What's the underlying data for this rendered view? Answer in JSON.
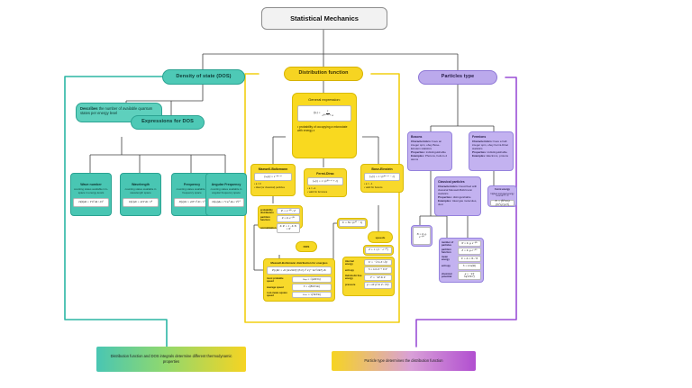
{
  "diagram": {
    "title": "Statistical Mechanics",
    "root_label": "Statistical Mechanics"
  },
  "colors": {
    "root_fill": "#f2f2f2",
    "teal": "#4ec9b6",
    "yellow": "#f6d422",
    "purple": "#bba9ec",
    "teal_border": "#2aa392",
    "yellow_border": "#d9bb05",
    "purple_border": "#8d76d6"
  },
  "branches": {
    "dos": {
      "label": "Density of state (DOS)",
      "note_lead": "Describes",
      "note_rest": " the number of available quantum states per energy level",
      "expressions_label": "Expressions for DOS",
      "cards": [
        {
          "title": "Wave number",
          "desc": "counting states available in k-space in energy levels",
          "formula": "D(k)dk = V k² dk / 2π²"
        },
        {
          "title": "Wavelength",
          "desc": "counting states available in wavelength space",
          "formula": "D(λ)dλ = 4πV dλ / λ⁴"
        },
        {
          "title": "Frequency",
          "desc": "counting states available in frequency space",
          "formula": "D(ν)dν = 4πV ν² dν / c³"
        },
        {
          "title": "Angular Frequency",
          "desc": "counting states available in angular frequency space",
          "formula": "D(ω)dω = V ω² dω / π²c³"
        }
      ]
    },
    "distribution": {
      "label": "Distribution function",
      "general": {
        "header": "General expression:",
        "formula_lhs": "f(εᵢ) =",
        "formula_num": "1",
        "formula_den": "eᵝ⁽ᵉ⁻ᵘ⁾ + a",
        "bullet": "probability of occupying a microstate with energy ε"
      },
      "types": [
        {
          "title": "Maxwell-Boltzmann",
          "formula": "fₘᵦ(ε) = e⁻ᵝ⁽ᵉ⁻ᵘ⁾",
          "notes": [
            "a = 0",
            "ideal (or classical) particles"
          ]
        },
        {
          "title": "Fermi-Dirac",
          "formula": "fₑₒ(ε) = 1 / (eᵝ⁽ᵉ⁻ᵘ⁾ + 1)",
          "notes": [
            "a = +1",
            "valid for fermions"
          ]
        },
        {
          "title": "Bose-Einstein",
          "formula": "fₒₑ(ε) = 1 / (eᵝ⁽ᵉ⁻ᵘ⁾ − 1)",
          "notes": [
            "a = −1",
            "valid for bosons"
          ]
        }
      ],
      "partition": {
        "rows": [
          {
            "label": "probability distribution",
            "formula": "Pᵢ = e⁻ᵝᴱⁱ / Z"
          },
          {
            "label": "partition function",
            "formula": "Z = Σᵢ e⁻ᵝᴱⁱ"
          },
          {
            "label": "normalization",
            "formula": "Σᵢ Pᵢ = 1 , Σᵢ Nᵢ = N"
          }
        ]
      },
      "lozenges": {
        "left": "DOS",
        "right": "speeds"
      },
      "mb_energies": {
        "title": "Maxwell-Boltzmann distribution for energies",
        "formula": "P(v)dv = 4π (m/2πkT)^{3/2} v² e^{−mv²/2kT} dv",
        "rows": [
          {
            "label": "most probable speed",
            "formula": "vₘₚ = √(2kT/m)"
          },
          {
            "label": "average speed",
            "formula": "v̄ = √(8kT/πm)"
          },
          {
            "label": "root-mean-square speed",
            "formula": "vᵣₘₛ = √(3kT/m)"
          }
        ]
      },
      "thermo": {
        "rows": [
          {
            "label": "internal energy",
            "formula": "U = −∂ ln Z / ∂β"
          },
          {
            "label": "entropy",
            "formula": "S = k ln Z + U/T"
          },
          {
            "label": "Helmholtz free energy",
            "formula": "F = −kT ln Z"
          },
          {
            "label": "pressure",
            "formula": "p = kT (∂ ln Z / ∂V)"
          }
        ]
      },
      "side_notes": [
        {
          "formula": "Z = 1 / (1 − e⁻ᵝᴱ)"
        },
        {
          "formula": "U = Nε / (eᵝᴱ − 1)"
        }
      ]
    },
    "particles": {
      "label": "Particles type",
      "kinds": [
        {
          "title": "Bosons",
          "characteristics_label": "Characteristics:",
          "characteristics": "have an integer spin, obey Bose-Einstein statistics",
          "properties_label": "Properties:",
          "properties": "indistinguishable",
          "examples_label": "Examples:",
          "examples": "Photons, helium-4 atoms"
        },
        {
          "title": "Fermions",
          "characteristics_label": "Characteristics:",
          "characteristics": "have a half-integer spin, obey Fermi-Dirac statistics",
          "properties_label": "Properties:",
          "properties": "indistinguishable",
          "examples_label": "Examples:",
          "examples": "Electrons, protons"
        },
        {
          "title": "Classical particles",
          "characteristics_label": "Characteristics:",
          "characteristics": "Described with classical Maxwell-Boltzmann statistics",
          "properties_label": "Properties:",
          "properties": "distinguishable",
          "examples_label": "Examples:",
          "examples": "Ideal gas molecules, dust"
        }
      ],
      "fermion_note": {
        "title": "Fermi energy",
        "desc": "highest occupied energy level at T = 0",
        "formula": "Eₑ = (ℏ²/2m)(3π²n)^{2/3}"
      },
      "classical_table": {
        "rows": [
          {
            "label": "number of particles",
            "formula": "N = Σᵢ gᵢ e⁻ᵝᴱⁱ"
          },
          {
            "label": "partition function",
            "formula": "Z = Σᵢ gᵢ e⁻ᵝᴱⁱ"
          },
          {
            "label": "mean energy",
            "formula": "U = Σᵢ εᵢ Nᵢ / N"
          },
          {
            "label": "entropy",
            "formula": "S = k ln(Ω)"
          },
          {
            "label": "chemical potential",
            "formula": "μ = −kT ln(V/Nλ³)"
          }
        ]
      }
    },
    "summaries": [
      {
        "id": "summary-dos-distribution",
        "text": "Distribution function and DOS integrals determine different thermodynamic properties"
      },
      {
        "id": "summary-particles-distribution",
        "text": "Particle type determines the distribution function"
      }
    ]
  }
}
